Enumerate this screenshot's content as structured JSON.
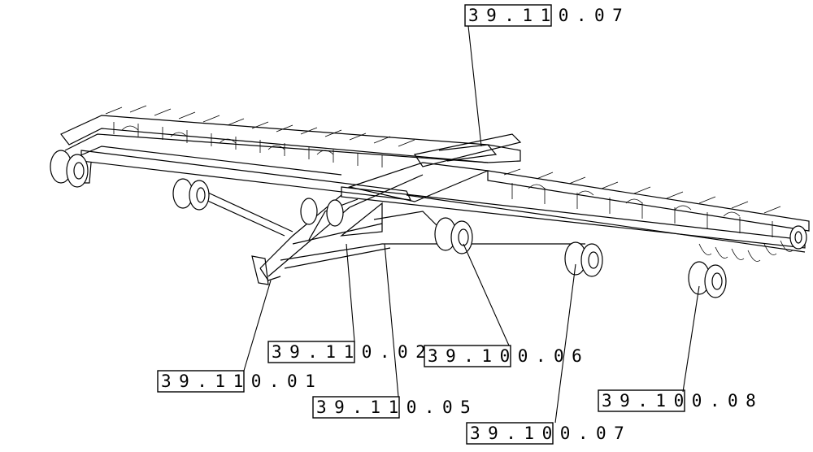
{
  "diagram": {
    "callouts": [
      {
        "id": "c1",
        "label": "39.110.07"
      },
      {
        "id": "c2",
        "label": "39.110.02"
      },
      {
        "id": "c3",
        "label": "39.100.06"
      },
      {
        "id": "c4",
        "label": "39.110.01"
      },
      {
        "id": "c5",
        "label": "39.110.05"
      },
      {
        "id": "c6",
        "label": "39.100.08"
      },
      {
        "id": "c7",
        "label": "39.100.07"
      }
    ]
  }
}
